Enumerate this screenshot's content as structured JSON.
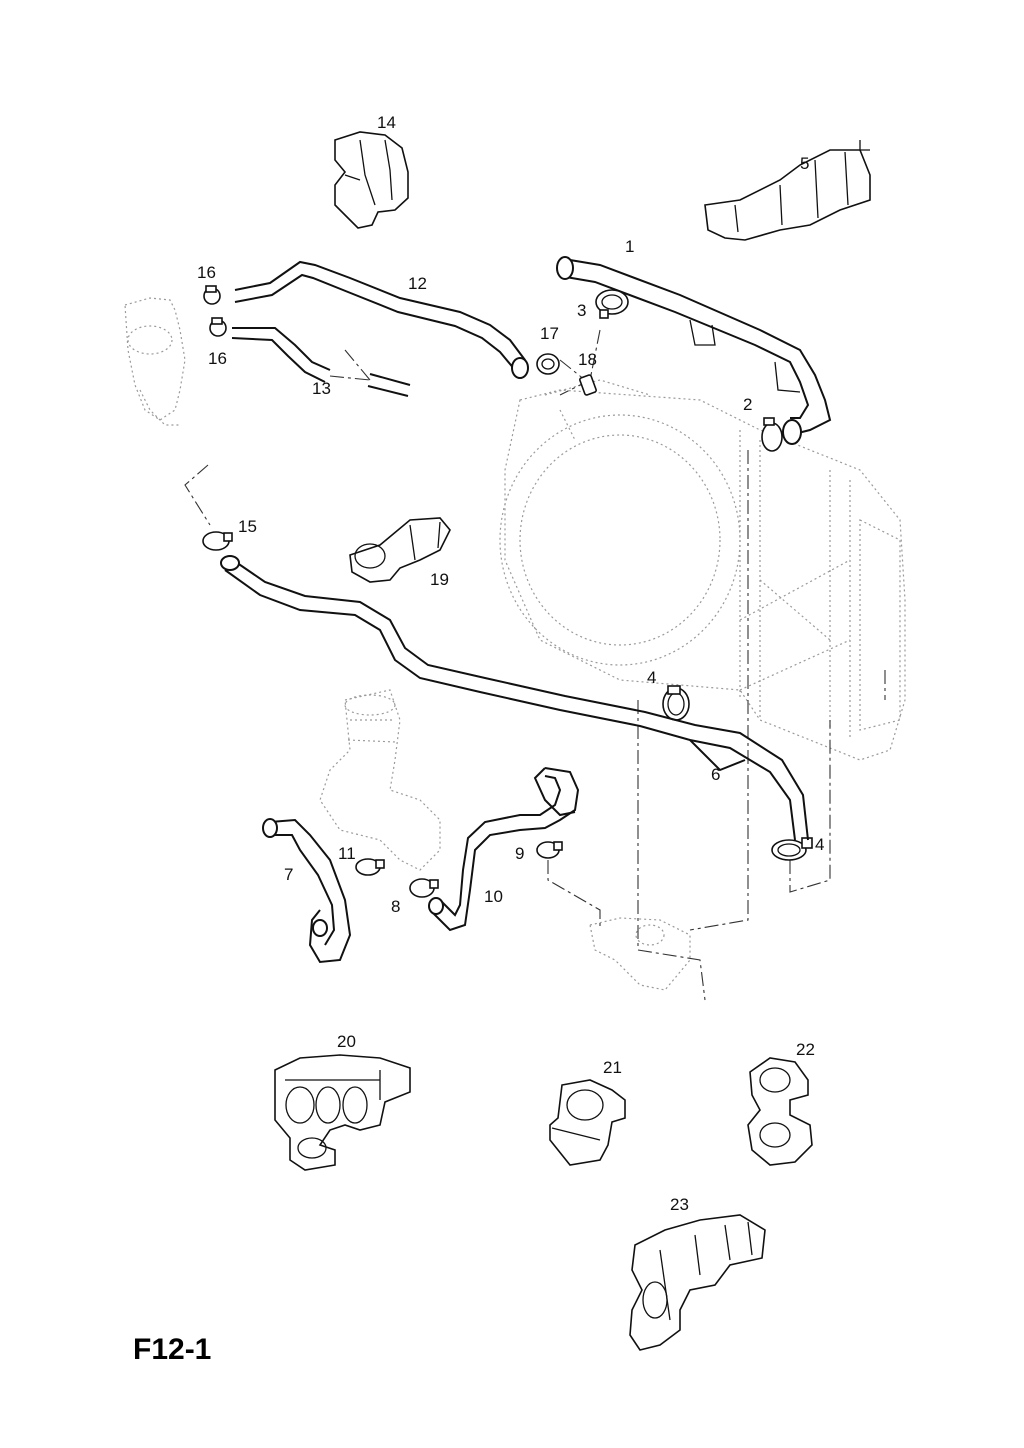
{
  "diagram": {
    "page_code": "F12-1",
    "callouts": [
      {
        "id": "c1",
        "label": "1"
      },
      {
        "id": "c2",
        "label": "2"
      },
      {
        "id": "c3",
        "label": "3"
      },
      {
        "id": "c4a",
        "label": "4"
      },
      {
        "id": "c4b",
        "label": "4"
      },
      {
        "id": "c5",
        "label": "5"
      },
      {
        "id": "c6",
        "label": "6"
      },
      {
        "id": "c7",
        "label": "7"
      },
      {
        "id": "c8",
        "label": "8"
      },
      {
        "id": "c9",
        "label": "9"
      },
      {
        "id": "c10",
        "label": "10"
      },
      {
        "id": "c11",
        "label": "11"
      },
      {
        "id": "c12",
        "label": "12"
      },
      {
        "id": "c13",
        "label": "13"
      },
      {
        "id": "c14",
        "label": "14"
      },
      {
        "id": "c15",
        "label": "15"
      },
      {
        "id": "c16a",
        "label": "16"
      },
      {
        "id": "c16b",
        "label": "16"
      },
      {
        "id": "c17",
        "label": "17"
      },
      {
        "id": "c18",
        "label": "18"
      },
      {
        "id": "c19",
        "label": "19"
      },
      {
        "id": "c20",
        "label": "20"
      },
      {
        "id": "c21",
        "label": "21"
      },
      {
        "id": "c22",
        "label": "22"
      },
      {
        "id": "c23",
        "label": "23"
      }
    ]
  }
}
